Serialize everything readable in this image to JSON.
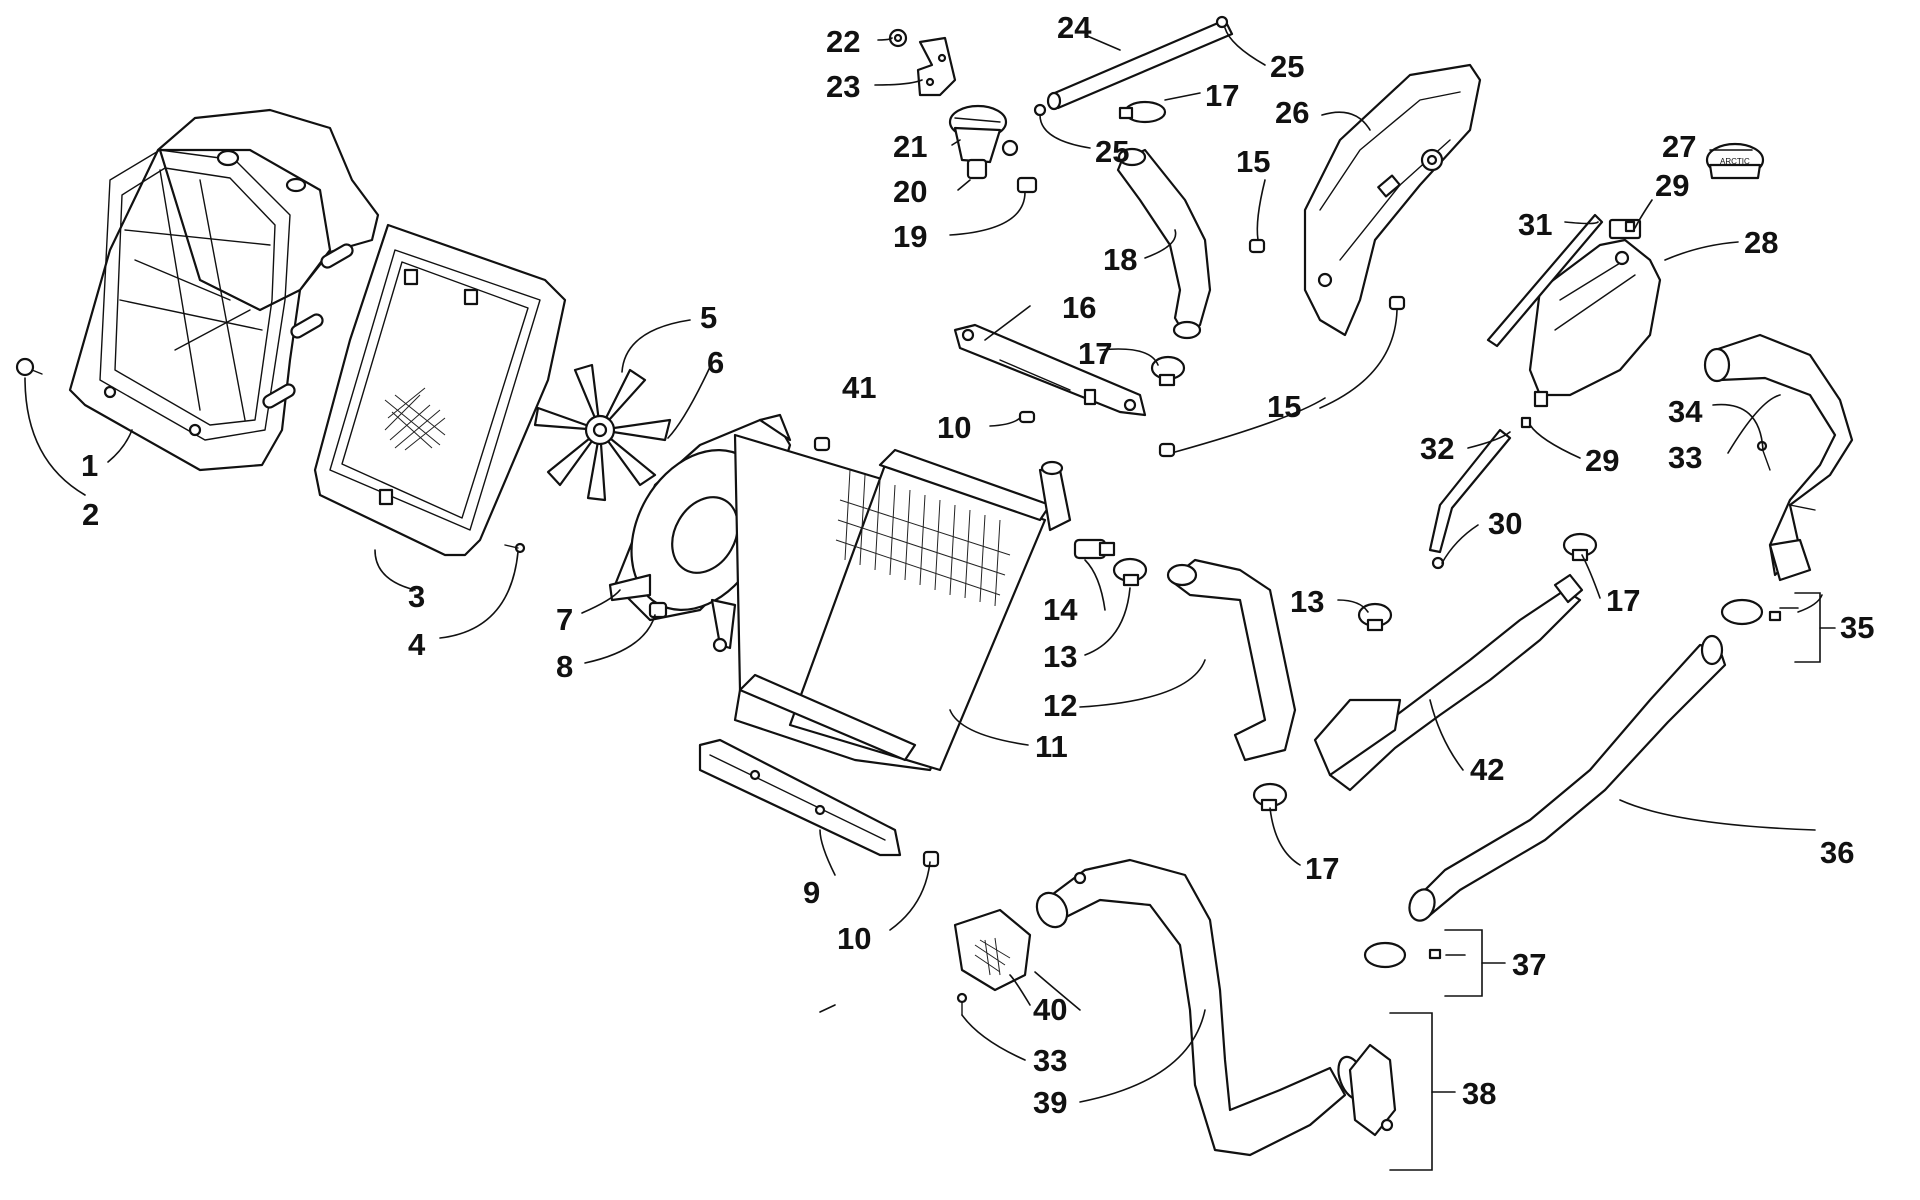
{
  "callouts": {
    "c1": "1",
    "c2": "2",
    "c3": "3",
    "c4": "4",
    "c5": "5",
    "c6": "6",
    "c7": "7",
    "c8": "8",
    "c9": "9",
    "c10a": "10",
    "c10b": "10",
    "c11": "11",
    "c12": "12",
    "c13a": "13",
    "c13b": "13",
    "c14": "14",
    "c15a": "15",
    "c15b": "15",
    "c16": "16",
    "c17a": "17",
    "c17b": "17",
    "c17c": "17",
    "c17d": "17",
    "c18": "18",
    "c19": "19",
    "c20": "20",
    "c21": "21",
    "c22": "22",
    "c23": "23",
    "c24": "24",
    "c25a": "25",
    "c25b": "25",
    "c26": "26",
    "c27": "27",
    "c28": "28",
    "c29a": "29",
    "c29b": "29",
    "c30": "30",
    "c31": "31",
    "c32": "32",
    "c33a": "33",
    "c33b": "33",
    "c34": "34",
    "c35": "35",
    "c36": "36",
    "c37": "37",
    "c38": "38",
    "c39": "39",
    "c40": "40",
    "c41": "41",
    "c42": "42"
  },
  "icons": {
    "cap_logo_text": "ARCTIC"
  }
}
